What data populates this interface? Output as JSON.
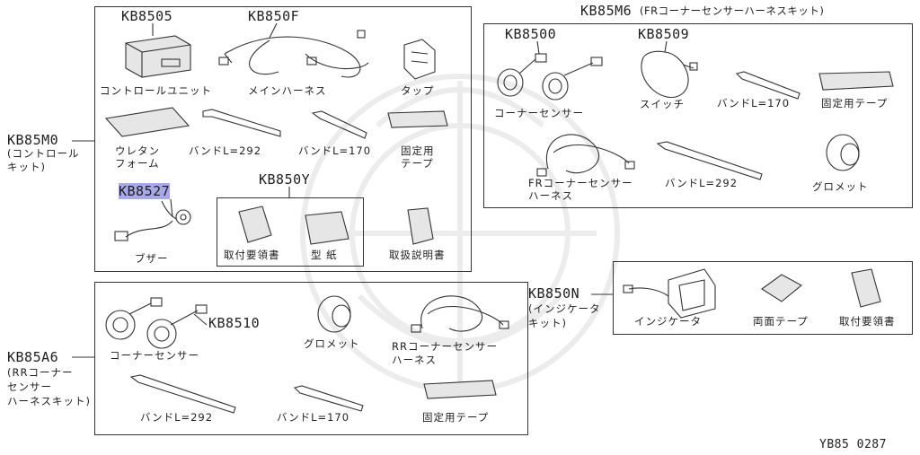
{
  "watermark": "emblem-watermark",
  "kit_main": {
    "code": "KB85M0",
    "name_lines": [
      "(コントロール",
      "キット)"
    ],
    "parts": [
      {
        "code": "KB8505",
        "label": "コントロールユニット"
      },
      {
        "code": "KB850F",
        "label": "メインハーネス"
      },
      {
        "label": "タップ"
      },
      {
        "label_lines": [
          "ウレタン",
          "フォーム"
        ]
      },
      {
        "label": "バンドL=292"
      },
      {
        "label": "バンドL=170"
      },
      {
        "label_lines": [
          "固定用",
          "テープ"
        ]
      },
      {
        "code": "KB8527",
        "label": "ブザー"
      },
      {
        "label": "取扱説明書"
      }
    ],
    "sub_kit": {
      "code": "KB850Y",
      "parts": [
        {
          "label": "取付要領書"
        },
        {
          "label": "型 紙"
        }
      ]
    }
  },
  "kit_fr": {
    "code": "KB85M6",
    "name": "(FRコーナーセンサーハーネスキット)",
    "parts": [
      {
        "code": "KB8500",
        "label": "コーナーセンサー"
      },
      {
        "code": "KB8509",
        "label": "スイッチ"
      },
      {
        "label": "バンドL=170"
      },
      {
        "label": "固定用テープ"
      },
      {
        "label_lines": [
          "FRコーナーセンサー",
          "ハーネス"
        ]
      },
      {
        "label": "バンドL=292"
      },
      {
        "label": "グロメット"
      }
    ]
  },
  "kit_indicator": {
    "code": "KB850N",
    "name_lines": [
      "(インジケータ",
      "キット)"
    ],
    "parts": [
      {
        "label": "インジケータ"
      },
      {
        "label": "両面テープ"
      },
      {
        "label": "取付要領書"
      }
    ]
  },
  "kit_rr": {
    "code": "KB85A6",
    "name_lines": [
      "(RRコーナー",
      "センサー",
      "ハーネスキット)"
    ],
    "parts": [
      {
        "code": "KB8510",
        "label": "コーナーセンサー"
      },
      {
        "label": "グロメット"
      },
      {
        "label_lines": [
          "RRコーナーセンサー",
          "ハーネス"
        ]
      },
      {
        "label": "バンドL=292"
      },
      {
        "label": "バンドL=170"
      },
      {
        "label": "固定用テープ"
      }
    ]
  },
  "figure_id": "YB85 0287"
}
